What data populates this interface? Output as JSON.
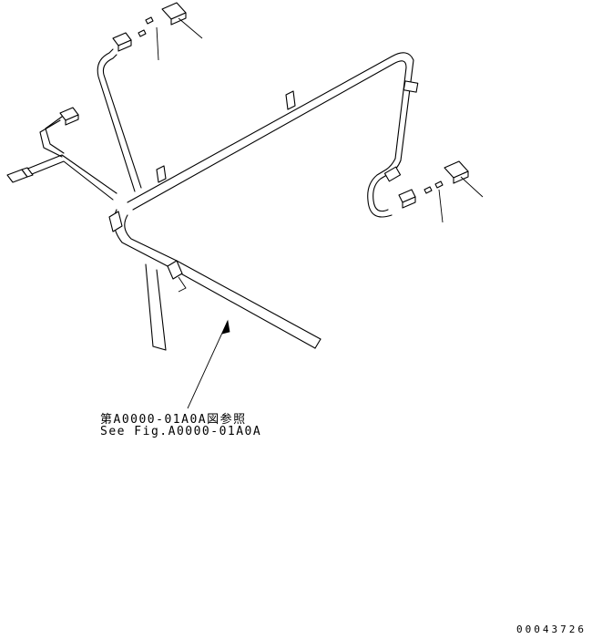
{
  "reference": {
    "japanese": "第A0000-01A0A図参照",
    "english": "See Fig.A0000-01A0A"
  },
  "drawing_number": "00043726",
  "colors": {
    "line": "#000000",
    "background": "#ffffff"
  }
}
